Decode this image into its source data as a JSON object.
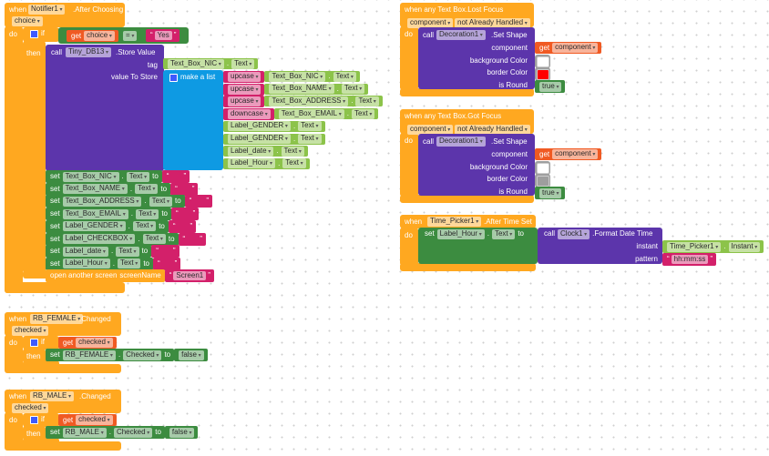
{
  "notifier_event": {
    "when": "when",
    "component": "Notifier1",
    "event": ".After Choosing",
    "param": "choice",
    "do": "do",
    "if": "if",
    "then": "then",
    "get": "get",
    "var": "choice",
    "op": "=",
    "yes": "Yes",
    "call": "call",
    "db": "Tiny_DB13",
    "method": ".Store Value",
    "tag": "tag",
    "value_to_store": "value To Store",
    "tag_comp": "Text_Box_NIC",
    "tag_prop": "Text",
    "dot": ".",
    "make_list": "make a list",
    "list_items": [
      {
        "fn": "upcase",
        "comp": "Text_Box_NIC",
        "prop": "Text"
      },
      {
        "fn": "upcase",
        "comp": "Text_Box_NAME",
        "prop": "Text"
      },
      {
        "fn": "upcase",
        "comp": "Text_Box_ADDRESS",
        "prop": "Text"
      },
      {
        "fn": "downcase",
        "comp": "Text_Box_EMAIL",
        "prop": "Text"
      },
      {
        "comp": "Label_GENDER",
        "prop": "Text"
      },
      {
        "comp": "Label_GENDER",
        "prop": "Text"
      },
      {
        "comp": "Label_date",
        "prop": "Text"
      },
      {
        "comp": "Label_Hour",
        "prop": "Text"
      }
    ],
    "set": "set",
    "to": "to",
    "set_rows": [
      {
        "comp": "Text_Box_NIC",
        "prop": "Text",
        "value": ""
      },
      {
        "comp": "Text_Box_NAME",
        "prop": "Text",
        "value": ""
      },
      {
        "comp": "Text_Box_ADDRESS",
        "prop": "Text",
        "value": ""
      },
      {
        "comp": "Text_Box_EMAIL",
        "prop": "Text",
        "value": ""
      },
      {
        "comp": "Label_GENDER",
        "prop": "Text",
        "value": ""
      },
      {
        "comp": "Label_CHECKBOX",
        "prop": "Text",
        "value": ""
      },
      {
        "comp": "Label_date",
        "prop": "Text",
        "value": ""
      },
      {
        "comp": "Label_Hour",
        "prop": "Text",
        "value": ""
      }
    ],
    "open_screen": "open another screen",
    "screen_name": "screenName",
    "screen": "Screen1"
  },
  "rb_events": [
    {
      "when": "when",
      "component": "RB_FEMALE",
      "event": ".Changed",
      "param": "checked",
      "do": "do",
      "if": "if",
      "then": "then",
      "get": "get",
      "var": "checked",
      "set": "set",
      "set_comp": "RB_FEMALE",
      "dot": ".",
      "set_prop": "Checked",
      "to": "to",
      "value": "false"
    },
    {
      "when": "when",
      "component": "RB_MALE",
      "event": ".Changed",
      "param": "checked",
      "do": "do",
      "if": "if",
      "then": "then",
      "get": "get",
      "var": "checked",
      "set": "set",
      "set_comp": "RB_MALE",
      "dot": ".",
      "set_prop": "Checked",
      "to": "to",
      "value": "false"
    }
  ],
  "focus_events": [
    {
      "title": "when any Text Box.Lost Focus",
      "param1": "component",
      "param2": "not Already Handled",
      "do": "do",
      "call": "call",
      "comp": "Decoration1",
      "method": ".Set Shape",
      "arg_component": "component",
      "arg_bg": "background Color",
      "arg_border": "border Color",
      "arg_round": "is Round",
      "get": "get",
      "var": "component",
      "bg_color": "#ffffff",
      "border_color": "#ff0000",
      "round": "true"
    },
    {
      "title": "when any Text Box.Got Focus",
      "param1": "component",
      "param2": "not Already Handled",
      "do": "do",
      "call": "call",
      "comp": "Decoration1",
      "method": ".Set Shape",
      "arg_component": "component",
      "arg_bg": "background Color",
      "arg_border": "border Color",
      "arg_round": "is Round",
      "get": "get",
      "var": "component",
      "bg_color": "#ffffff",
      "border_color": "#9e9e9e",
      "round": "true"
    }
  ],
  "time_event": {
    "when": "when",
    "component": "Time_Picker1",
    "event": ".After Time Set",
    "do": "do",
    "set": "set",
    "set_comp": "Label_Hour",
    "dot": ".",
    "set_prop": "Text",
    "to": "to",
    "call": "call",
    "clock": "Clock1",
    "method": ".Format Date Time",
    "instant": "instant",
    "pattern": "pattern",
    "instant_comp": "Time_Picker1",
    "instant_prop": "Instant",
    "pattern_value": "hh:mm:ss"
  }
}
